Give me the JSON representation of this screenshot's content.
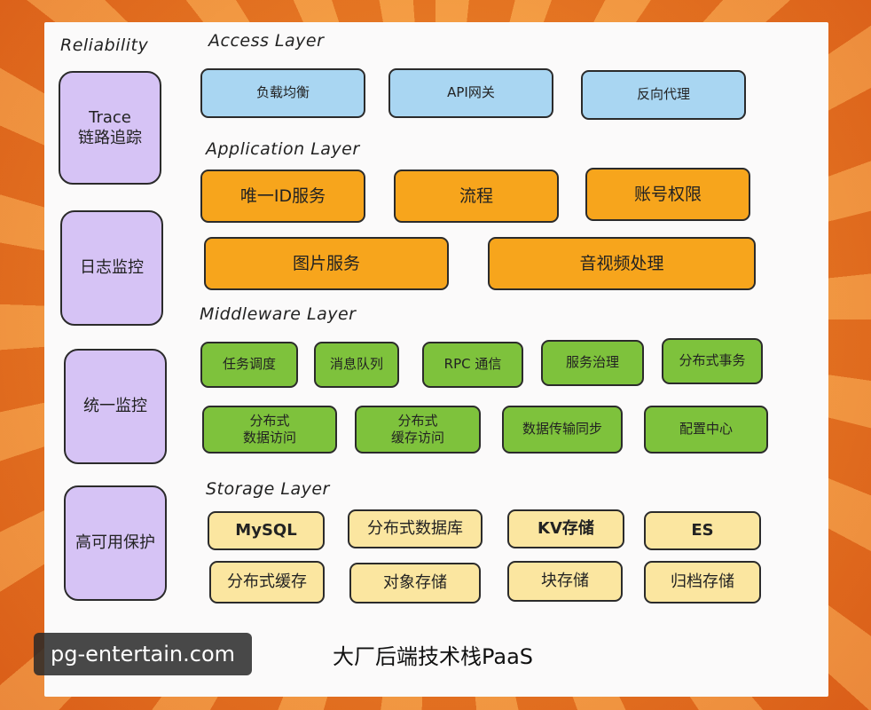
{
  "titles": {
    "reliability": "Reliability",
    "access": "Access Layer",
    "application": "Application Layer",
    "middleware": "Middleware Layer",
    "storage": "Storage Layer"
  },
  "reliability": [
    "Trace\n链路追踪",
    "日志监控",
    "统一监控",
    "高可用保护"
  ],
  "access": [
    "负载均衡",
    "API网关",
    "反向代理"
  ],
  "application": [
    "唯一ID服务",
    "流程",
    "账号权限",
    "图片服务",
    "音视频处理"
  ],
  "middleware": [
    "任务调度",
    "消息队列",
    "RPC 通信",
    "服务治理",
    "分布式事务",
    "分布式\n数据访问",
    "分布式\n缓存访问",
    "数据传输同步",
    "配置中心"
  ],
  "storage": [
    "MySQL",
    "分布式数据库",
    "KV存储",
    "ES",
    "分布式缓存",
    "对象存储",
    "块存储",
    "归档存储"
  ],
  "footer": "大厂后端技术栈PaaS",
  "watermark": "pg-entertain.com",
  "colors": {
    "access": "#a9d6f2",
    "application": "#f7a51c",
    "middleware": "#7ec23c",
    "storage": "#fbe6a0",
    "reliability": "#d6c3f5"
  }
}
